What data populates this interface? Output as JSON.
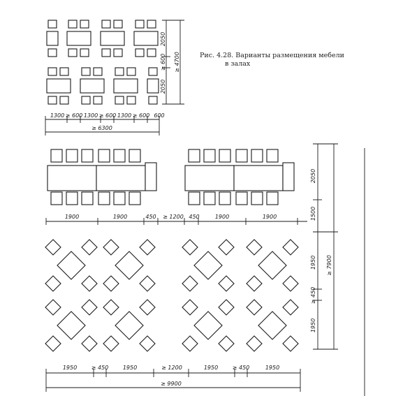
{
  "caption": {
    "line1": "Рис. 4.28. Варианты размещения мебели",
    "line2": "в залах"
  },
  "top": {
    "v_dim_1": "2050",
    "v_dim_2": "≥ 600",
    "v_dim_3": "2050",
    "v_dim_total": "≥ 4700",
    "h_dim_1": "1300",
    "h_dim_2": "≥ 600",
    "h_dim_3": "1300",
    "h_dim_4": "≥ 600",
    "h_dim_5": "1300",
    "h_dim_6": "≥ 600",
    "h_dim_7": "600",
    "h_dim_total": "≥ 6300"
  },
  "middle": {
    "h_dim_1": "1900",
    "h_dim_2": "1900",
    "h_dim_3": "450",
    "h_dim_4": "≥ 1200",
    "h_dim_5": "450",
    "h_dim_6": "1900",
    "h_dim_7": "1900",
    "v_dim_1": "2050",
    "v_dim_2": "1500"
  },
  "bottom": {
    "v_dim_1": "1950",
    "v_dim_2": "≥ 450",
    "v_dim_3": "1950",
    "v_dim_total": "≥ 7900",
    "h_dim_1": "1950",
    "h_dim_2": "≥ 450",
    "h_dim_3": "1950",
    "h_dim_4": "≥ 1200",
    "h_dim_5": "1950",
    "h_dim_6": "≥ 450",
    "h_dim_7": "1950",
    "h_dim_total": "≥ 9900"
  }
}
